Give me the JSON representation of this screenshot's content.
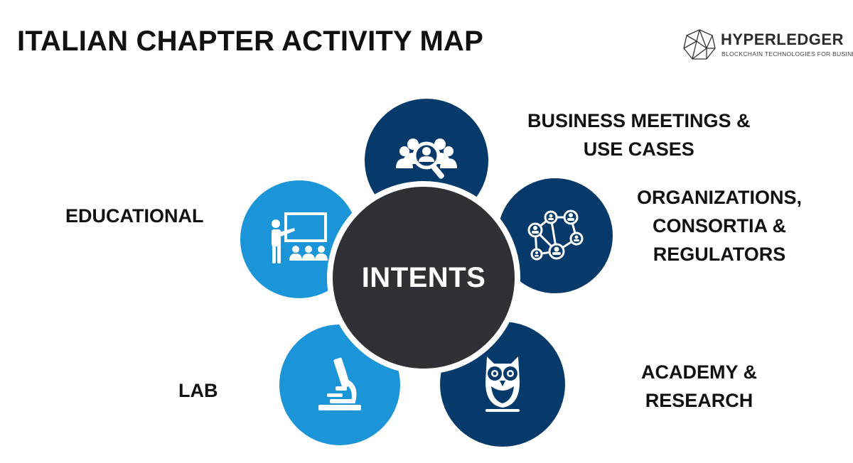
{
  "title": "ITALIAN CHAPTER ACTIVITY MAP",
  "logo": {
    "name": "HYPERLEDGER",
    "tagline": "BLOCKCHAIN TECHNOLOGIES FOR BUSINESS"
  },
  "colors": {
    "dark_blue": "#063a6b",
    "light_blue": "#1b94d8",
    "center": "#2f3134"
  },
  "center": {
    "label": "INTENTS"
  },
  "petals": [
    {
      "icon": "business-search-icon",
      "lines": [
        "BUSINESS MEETINGS &",
        "USE CASES"
      ]
    },
    {
      "icon": "network-people-icon",
      "lines": [
        "ORGANIZATIONS,",
        "CONSORTIA &",
        "REGULATORS"
      ]
    },
    {
      "icon": "owl-icon",
      "lines": [
        "ACADEMY &",
        "RESEARCH"
      ]
    },
    {
      "icon": "microscope-icon",
      "lines": [
        "LAB"
      ]
    },
    {
      "icon": "teacher-board-icon",
      "lines": [
        "EDUCATIONAL"
      ]
    }
  ]
}
